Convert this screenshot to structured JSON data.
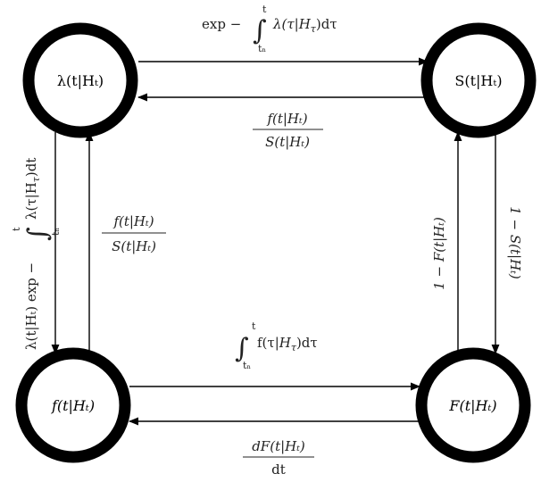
{
  "nodes": {
    "hazard": "λ(t|Hₜ)",
    "survival": "S(t|Hₜ)",
    "density": "f(t|Hₜ)",
    "cdf": "F(t|Hₜ)"
  },
  "edges": {
    "hazard_to_survival": {
      "prefix": "exp −",
      "integrand": "λ(τ|H",
      "tau_sub": "τ",
      "tail": ")dτ",
      "upper": "t",
      "lower": "tₙ"
    },
    "survival_to_hazard": {
      "numerator": "f(t|Hₜ)",
      "denominator": "S(t|Hₜ)"
    },
    "hazard_to_density": {
      "prefix": "λ(t|Hₜ) exp −",
      "integrand": "λ(τ|H",
      "tau_sub": "τ",
      "tail": ")dt",
      "upper": "t",
      "lower": "tₙ"
    },
    "density_to_hazard": {
      "numerator": "f(t|Hₜ)",
      "denominator": "S(t|Hₜ)"
    },
    "density_to_cdf": {
      "integrand": "f(τ|",
      "h_part": "H",
      "tau_sub": "τ",
      "tail": ")dτ",
      "upper": "t",
      "lower": "tₙ"
    },
    "cdf_to_density": {
      "numerator": "dF(t|Hₜ)",
      "denominator": "dt"
    },
    "cdf_to_survival": {
      "text": "1 − F(t|Hₜ)"
    },
    "survival_to_cdf": {
      "text": "1 − S(t|Hₜ)"
    }
  }
}
